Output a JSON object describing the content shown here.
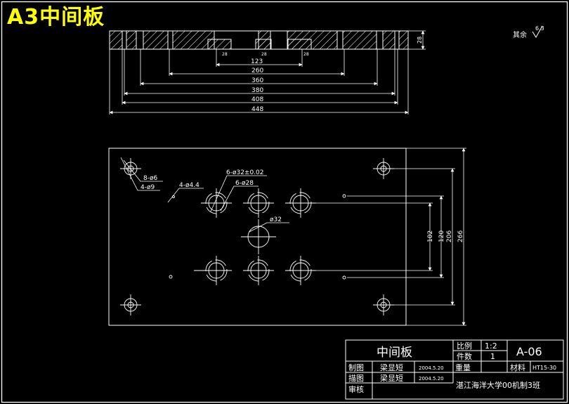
{
  "header": {
    "title": "A3中间板"
  },
  "surface_note": {
    "label": "其余",
    "roughness": "6.3"
  },
  "section_view": {
    "thickness": "28",
    "dimensions": [
      "123",
      "260",
      "360",
      "380",
      "408",
      "448"
    ],
    "hatch_color": "#ffffff"
  },
  "plan_view": {
    "hole_callouts": {
      "counterbore": "6-ø32±0.02",
      "bore": "6-ø28",
      "center_hole": "ø32",
      "small_holes": "4-ø4.4",
      "corner_pilot": "8-ø6",
      "corner_clearance": "4-ø9"
    },
    "vertical_dimensions": [
      "102",
      "120",
      "206",
      "266"
    ]
  },
  "title_block": {
    "part_name": "中间板",
    "scale_label": "比例",
    "scale_value": "1:2",
    "qty_label": "件数",
    "qty_value": "1",
    "drawing_no": "A-06",
    "designed_label": "制图",
    "designer": "梁显短",
    "designed_date": "2004.5.20",
    "weight_label": "重量",
    "material_label": "材料",
    "material_value": "HT15-30",
    "traced_label": "描图",
    "tracer": "梁显短",
    "traced_date": "2004.5.20",
    "school": "湛江海洋大学00机制3班",
    "checked_label": "审核"
  },
  "colors": {
    "background": "#000000",
    "lines": "#ffffff",
    "title": "#ffff00"
  }
}
